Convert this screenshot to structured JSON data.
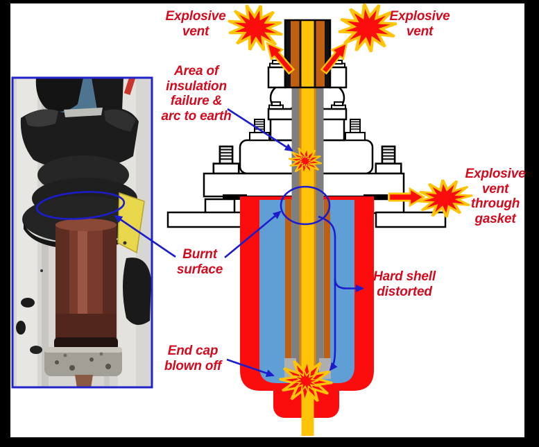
{
  "figure": {
    "type": "failure-analysis-diagram",
    "left_panel": "photograph of failed bushing with burnt surface circled",
    "right_panel": "cross-section diagram of bushing explosive failure"
  },
  "labels": {
    "explosive_vent_left": "Explosive\nvent",
    "explosive_vent_right": "Explosive\nvent",
    "insulation_failure": "Area of\ninsulation\nfailure &\narc to earth",
    "vent_through_gasket": "Explosive\nvent\nthrough\ngasket",
    "burnt_surface": "Burnt\nsurface",
    "hard_shell": "Hard shell\ndistorted",
    "end_cap": "End cap\nblown off"
  },
  "colors": {
    "label-red": "#d40a1e",
    "annotation-blue": "#1c1ccd",
    "shell-red": "#fb0d0d",
    "oil-blue": "#5f9fd6",
    "core-yellow": "#ffc408",
    "copper-orange": "#c05f10",
    "conductor-gray": "#7f7f7f",
    "star-red": "#fb0d0d",
    "star-rim": "#ffc408",
    "photo-frame-blue": "#2323cc"
  }
}
